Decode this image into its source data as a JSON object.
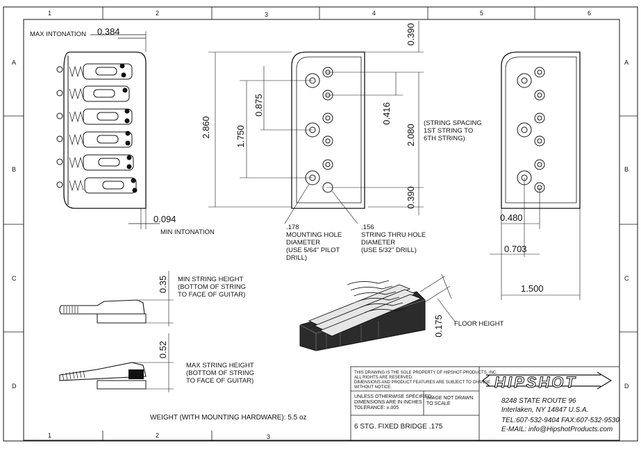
{
  "zones": {
    "top": [
      "1",
      "2",
      "3",
      "4",
      "5",
      "6"
    ],
    "bottom": [
      "1",
      "2",
      "3"
    ],
    "left": [
      "A",
      "B",
      "C",
      "D"
    ],
    "right": [
      "A",
      "B",
      "C",
      "D"
    ]
  },
  "labels": {
    "max_intonation": "MAX INTONATION",
    "min_intonation": "MIN INTONATION",
    "mounting_hole": ".178\nMOUNTING HOLE\nDIAMETER\n(USE 5/64\" PILOT\nDRILL)",
    "string_thru": ".156\nSTRING THRU HOLE\nDIAMETER\n(USE 5/32\" DRILL)",
    "string_spacing": "(STRING SPACING\n1ST STRING TO\n6TH STRING)",
    "min_string_height": "MIN STRING HEIGHT\n(BOTTOM OF STRING\nTO FACE OF GUITAR)",
    "max_string_height": "MAX STRING HEIGHT\n(BOTTOM OF STRING\nTO FACE OF GUITAR)",
    "floor_height": "FLOOR HEIGHT",
    "weight": "WEIGHT (WITH MOUNTING HARDWARE): 5.5 oz"
  },
  "dims": {
    "d0384": "0.384",
    "d0094": "0.094",
    "d2860": "2.860",
    "d1750": "1.750",
    "d0875": "0.875",
    "d0416": "0.416",
    "d0390a": "0.390",
    "d2080": "2.080",
    "d0390b": "0.390",
    "d0480": "0.480",
    "d0703": "0.703",
    "d1500": "1.500",
    "d035": "0.35",
    "d052": "0.52",
    "d0175": "0.175"
  },
  "title_block": {
    "property": "THIS DRAWING IS THE SOLE PROPERTY OF HIPSHOT PRODUCTS, INC.\nALL RIGHTS ARE RESERVED.\nDIMENSIONS AND PRODUCT FEATURES ARE SUBJECT TO CHANGE\nWITHOUT NOTICE.",
    "tolerance": "UNLESS OTHERWISE SPECIFIED:\nDIMENSIONS ARE IN INCHES\nTOLERANCE: ±.005",
    "scale": "IMAGE NOT DRAWN\nTO SCALE",
    "part": "6 STG. FIXED BRIDGE .175",
    "logo": "HIPSHOT",
    "address1": "8248 STATE ROUTE 96",
    "address2": "Interlaken, NY 14847 U.S.A.",
    "phone": "TEL:607-532-9404 FAX:607-532-9530",
    "email": "E-MAIL: info@HipshotProducts.com"
  }
}
